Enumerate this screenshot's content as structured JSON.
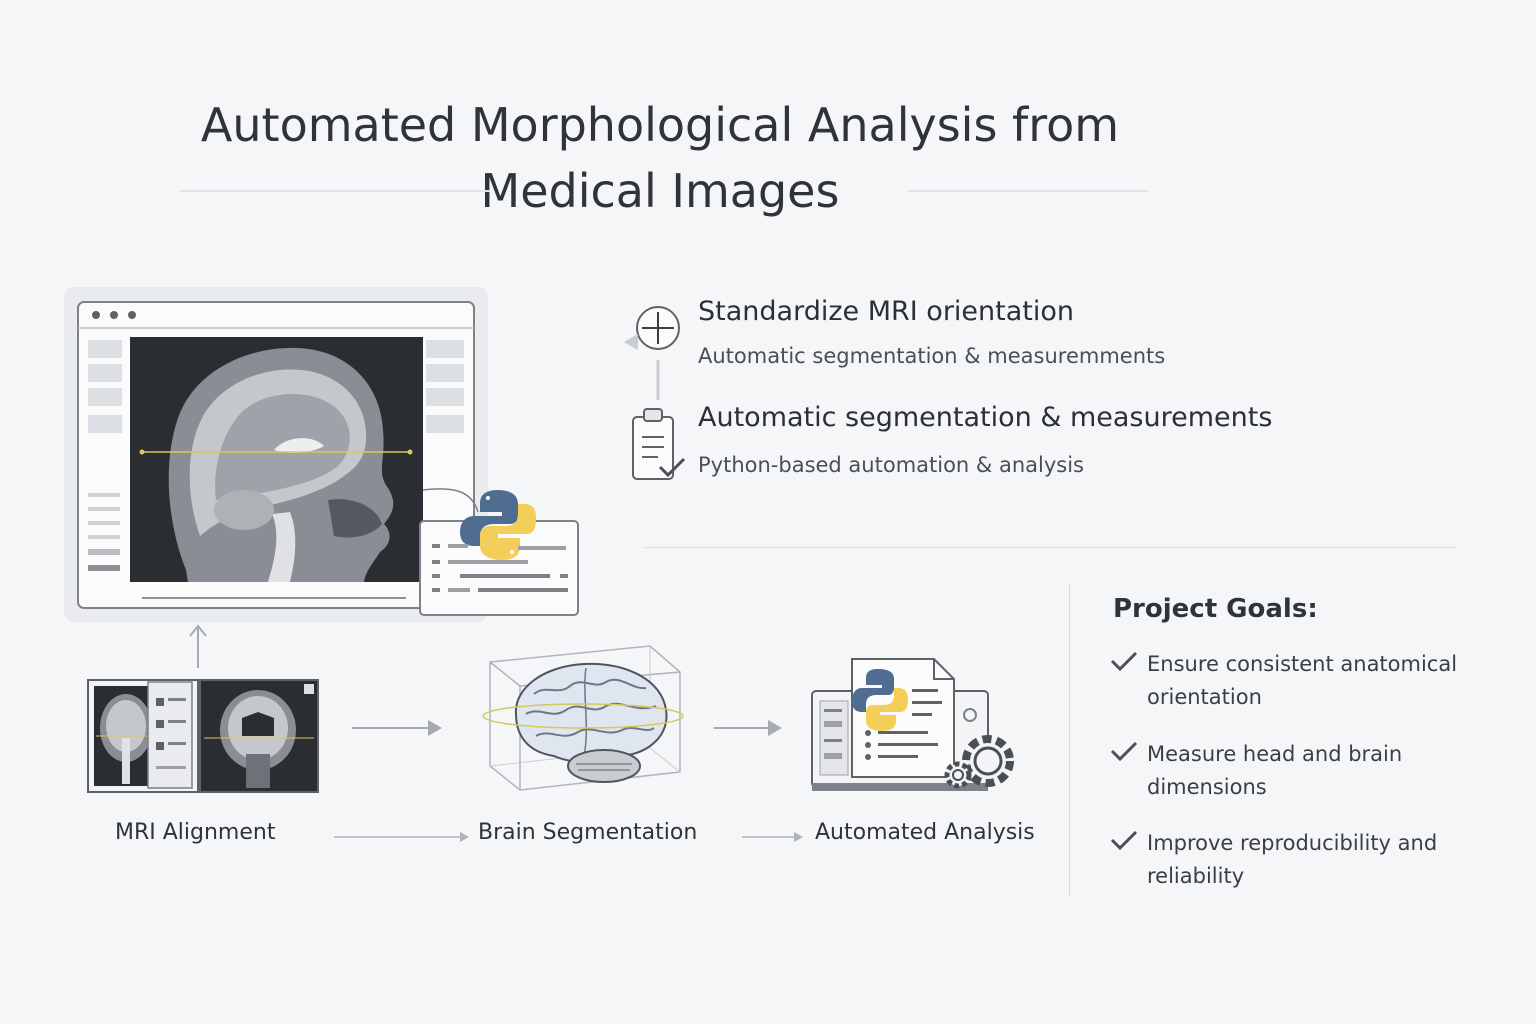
{
  "title": {
    "line1": "Automated Morphological Analysis from",
    "line2": "Medical Images"
  },
  "features": [
    {
      "icon": "crosshair-orientation-icon",
      "heading": "Standardize MRI orientation",
      "sub": "Automatic segmentation & measuremments"
    },
    {
      "icon": "clipboard-checklist-icon",
      "heading": "Automatic segmentation & measurements",
      "sub": "Python-based automation & analysis"
    }
  ],
  "pipeline": {
    "steps": [
      {
        "label": "MRI Alignment",
        "icon": "mri-slices-icon"
      },
      {
        "label": "Brain Segmentation",
        "icon": "brain-3d-icon"
      },
      {
        "label": "Automated Analysis",
        "icon": "python-report-gears-icon"
      }
    ]
  },
  "goals": {
    "title": "Project Goals:",
    "items": [
      "Ensure consistent anatomical orientation",
      "Measure head and brain dimensions",
      "Improve reproducibility and reliability"
    ]
  },
  "colors": {
    "background": "#f5f6f8",
    "text": "#2f343b",
    "accent_line": "#d8c85a",
    "python_blue": "#4e6d90",
    "python_yellow": "#f3cf5a",
    "mri_dark": "#2a2d31"
  }
}
